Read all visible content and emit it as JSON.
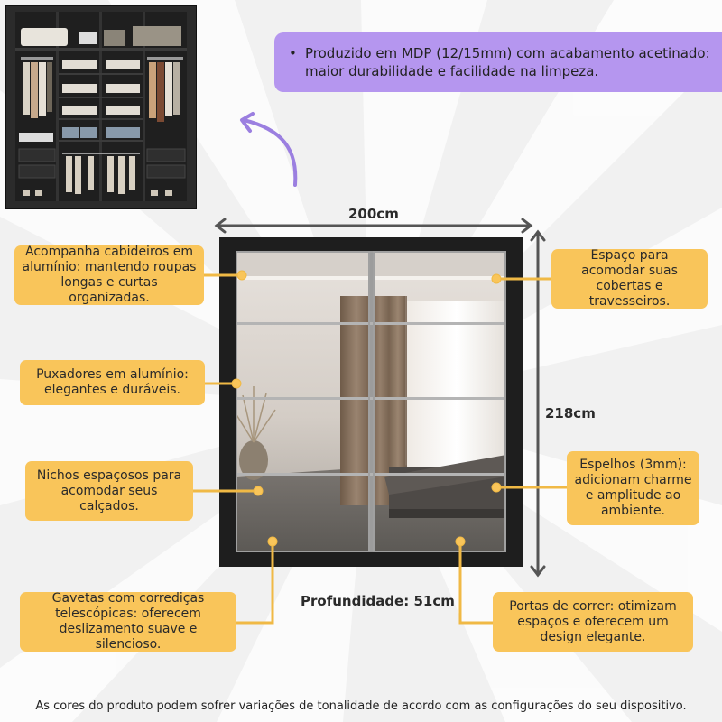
{
  "info_note": "Produzido em MDP (12/15mm) com acabamento acetinado: maior durabilidade e facilidade na limpeza.",
  "dimensions": {
    "width": "200cm",
    "height": "218cm",
    "depth": "Profundidade: 51cm"
  },
  "callouts": {
    "hangers": "Acompanha cabideiros em alumínio: mantendo roupas longas e curtas organizadas.",
    "handles": "Puxadores em alumínio: elegantes e duráveis.",
    "niches": "Nichos espaçosos para acomodar seus calçados.",
    "drawers": "Gavetas com corrediças telescópicas: oferecem deslizamento suave e silencioso.",
    "bedding": "Espaço para acomodar suas cobertas e travesseiros.",
    "mirrors": "Espelhos (3mm): adicionam charme e amplitude ao ambiente.",
    "doors": "Portas de correr: otimizam espaços e oferecem um design elegante."
  },
  "disclaimer": "As cores do produto podem sofrer variações de tonalidade de acordo com as configurações do seu dispositivo.",
  "colors": {
    "callout": "#f9c55a",
    "note": "#b596ef",
    "arrow": "#9b7fe0",
    "wardrobe": "#1e1e1e",
    "profile": "#a8a8a8"
  },
  "icons": {
    "curved_arrow": "curved-arrow-icon",
    "dimension_arrows": "double-arrow-icon"
  }
}
